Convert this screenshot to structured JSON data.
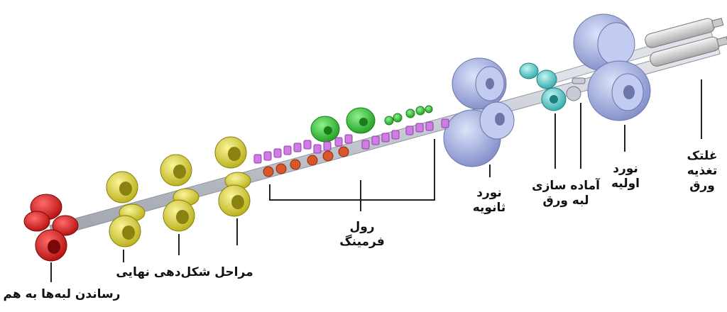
{
  "labels": {
    "feed_rollers": {
      "line1": "غلتک",
      "line2": "تغذیه",
      "line3": "ورق"
    },
    "primary_roll": {
      "line1": "نورد",
      "line2": "اولیه"
    },
    "edge_prep": {
      "line1": "آماده سازی",
      "line2": "لبه ورق"
    },
    "secondary_roll": {
      "line1": "نورد",
      "line2": "ثانویه"
    },
    "roll_forming": {
      "line1": "رول",
      "line2": "فرمینگ"
    },
    "final_shaping": {
      "line1": "مراحل شکل‌دهی نهایی"
    },
    "edge_joining": {
      "line1": "رساندن لبه‌ها به هم"
    }
  },
  "colors": {
    "shaft": "#c9cdd6",
    "red_roller": "#e41b1b",
    "yellow_roller": "#e6dc2a",
    "green_roller": "#3ccf3c",
    "pink_roller": "#d27ae6",
    "orange_roller": "#d9552a",
    "blue_roller": "#a9b3e6",
    "teal_roller": "#5fd6d6",
    "feed_cylinder": "#d8d8d8"
  }
}
